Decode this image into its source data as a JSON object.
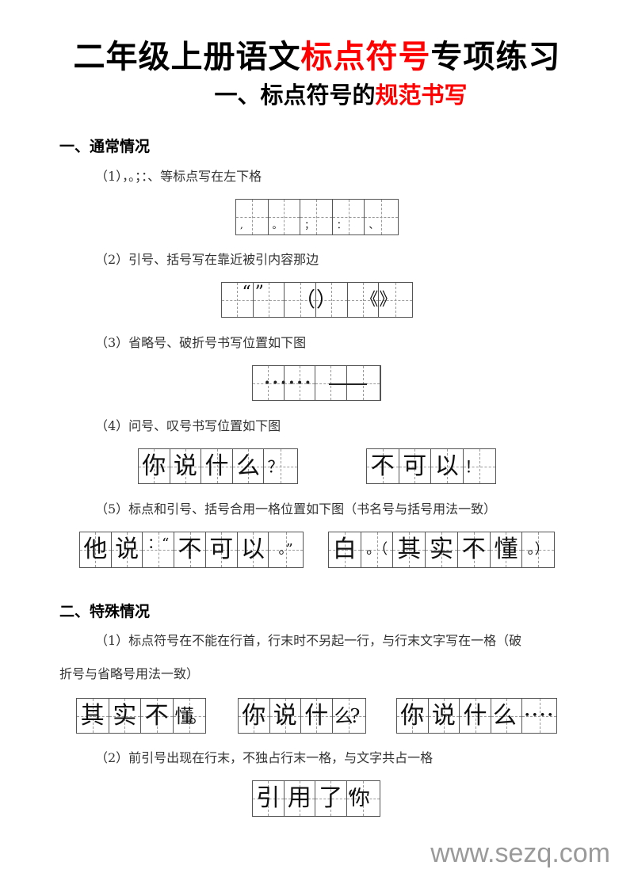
{
  "title": {
    "part1": "二年级上册语文",
    "part2": "标点符号",
    "part3": "专项练习"
  },
  "subtitle": {
    "part1": "一、标点符号的",
    "part2": "规范书写"
  },
  "section1": {
    "heading": "一、通常情况",
    "items": [
      {
        "text": "（1），。；：、等标点写在左下格",
        "cells": [
          ",",
          "。",
          "；",
          "：",
          "、"
        ]
      },
      {
        "text": "（2）引号、括号写在靠近被引内容那边",
        "cells": [
          "",
          "“",
          "”",
          "",
          "（",
          "）",
          "",
          "《",
          "》",
          ""
        ]
      },
      {
        "text": "（3）省略号、破折号书写位置如下图",
        "ellipsis": "••••••",
        "cells": 4
      },
      {
        "text": "（4）问号、叹号书写位置如下图",
        "grid_a": [
          "你",
          "说",
          "什",
          "么",
          "？"
        ],
        "grid_b": [
          "不",
          "可",
          "以",
          "！"
        ]
      },
      {
        "text": "（5）标点和引号、括号合用一格位置如下图（书名号与括号用法一致）",
        "grid_a": [
          "他",
          "说",
          "：“",
          "不",
          "可",
          "以",
          "。”"
        ],
        "grid_b": [
          "白",
          "。（",
          "其",
          "实",
          "不",
          "懂",
          "。）"
        ]
      }
    ]
  },
  "section2": {
    "heading": "二、特殊情况",
    "items": [
      {
        "text_line1": "（1）标点符号在不能在行首，行末时不另起一行，与行末文字写在一格（破",
        "text_line2": "折号与省略号用法一致）",
        "grid_a": [
          "其",
          "实",
          "不",
          "懂。"
        ],
        "grid_b": [
          "你",
          "说",
          "什",
          "么?"
        ],
        "grid_c": [
          "你",
          "说",
          "什",
          "么",
          "••••"
        ]
      },
      {
        "text": "（2）前引号出现在行末，不独占行末一格，与文字共占一格",
        "grid": [
          "引",
          "用",
          "了",
          "“你"
        ]
      }
    ]
  },
  "footer": {
    "watermark": "www.sezq.com"
  }
}
